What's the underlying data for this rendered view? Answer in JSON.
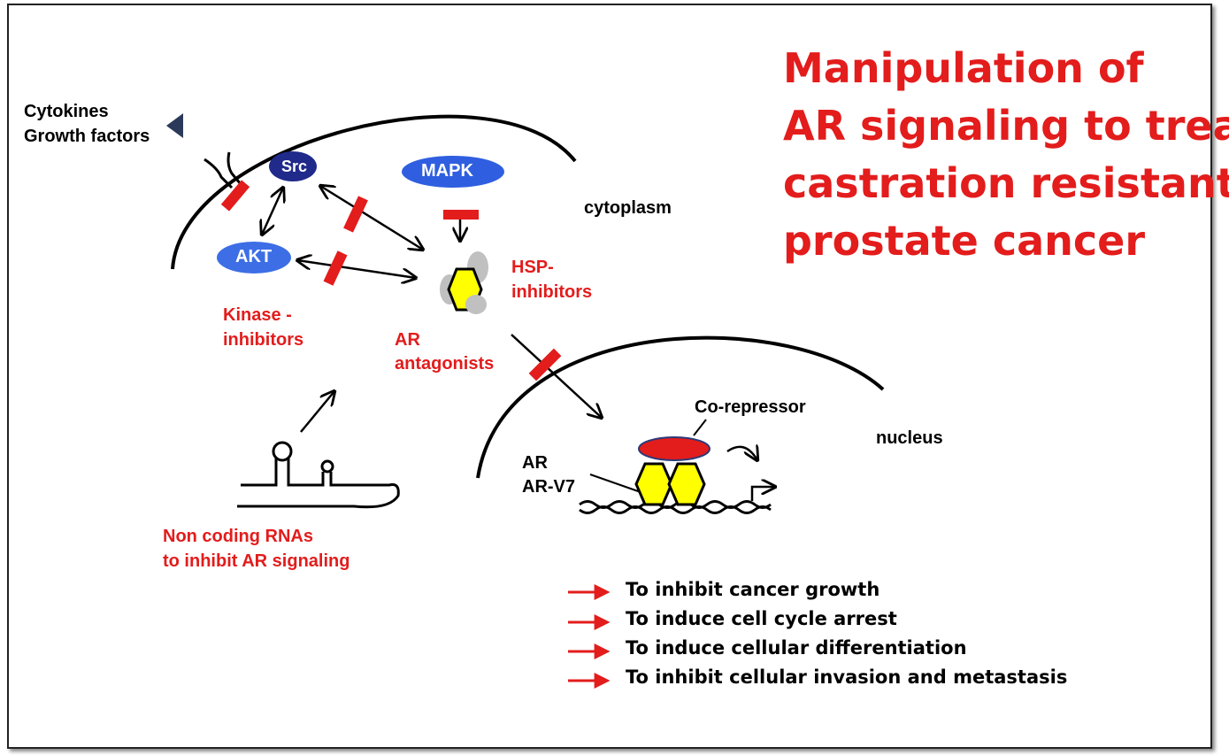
{
  "title": {
    "line1": "Manipulation of",
    "line2": "AR signaling to treat",
    "line3": "castration resistant",
    "line4": "prostate cancer"
  },
  "labels": {
    "cytokines": "Cytokines",
    "growth_factors": "Growth factors",
    "src": "Src",
    "mapk": "MAPK",
    "akt": "AKT",
    "cytoplasm": "cytoplasm",
    "hsp_line1": "HSP-",
    "hsp_line2": "inhibitors",
    "kinase_line1": "Kinase -",
    "kinase_line2": "inhibitors",
    "ar_antag_line1": "AR",
    "ar_antag_line2": "antagonists",
    "corepressor": "Co-repressor",
    "nucleus": "nucleus",
    "ar": "AR",
    "arv7": "AR-V7",
    "ncrna_line1": "Non coding RNAs",
    "ncrna_line2": "to inhibit AR signaling"
  },
  "outcomes": [
    "To inhibit cancer growth",
    "To induce cell cycle arrest",
    "To induce cellular differentiation",
    "To inhibit cellular invasion and metastasis"
  ],
  "colors": {
    "inhibitor_red": "#e31c1c",
    "kinase_dark_blue": "#1f2a8a",
    "kinase_blue": "#2f5fe0",
    "ar_yellow": "#ffff00",
    "hsp_grey": "#c0c0c0"
  }
}
